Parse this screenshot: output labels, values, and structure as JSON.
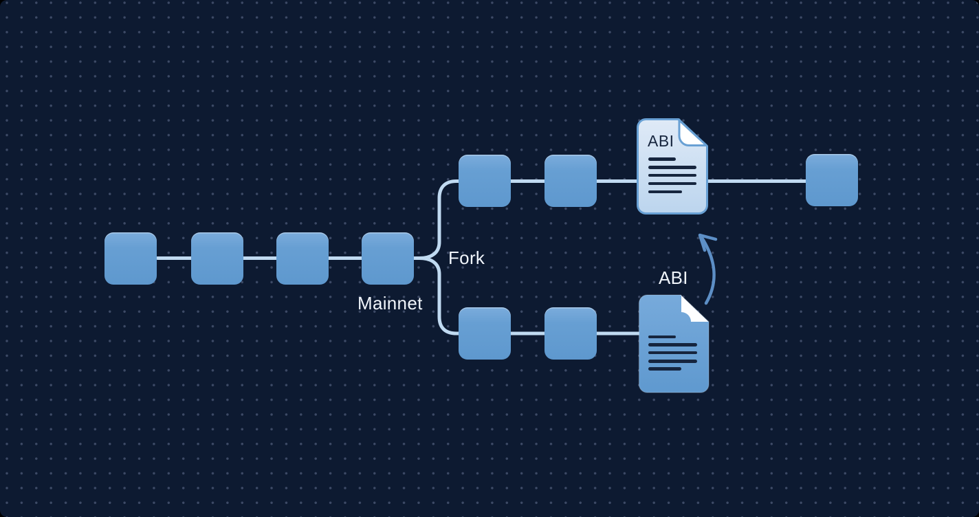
{
  "diagram": {
    "labels": {
      "fork": "Fork",
      "mainnet": "Mainnet",
      "abi_top_document": "ABI",
      "abi_bottom_document": "ABI"
    },
    "structure": {
      "mainnet_chain_blocks": 4,
      "top_fork_branch_blocks": 2,
      "top_fork_post_document_blocks": 1,
      "bottom_fork_branch_blocks": 2,
      "documents": 2
    },
    "icons": {
      "top_document": "document-file-icon",
      "bottom_document": "document-file-icon",
      "arrow": "curved-up-arrow-icon"
    },
    "colors": {
      "background": "#0d1a31",
      "dot_grid": "#3d4a66",
      "block_fill": "#66a0d3",
      "connector_line": "#c0daf1",
      "document_light_fill": "#cfe0f3",
      "document_dark_fill": "#66a1d4",
      "document_border": "#68a0d4",
      "document_text_lines": "#16253e",
      "label_text": "#f0f5fb",
      "arrow_stroke": "#5d8fc6"
    }
  }
}
